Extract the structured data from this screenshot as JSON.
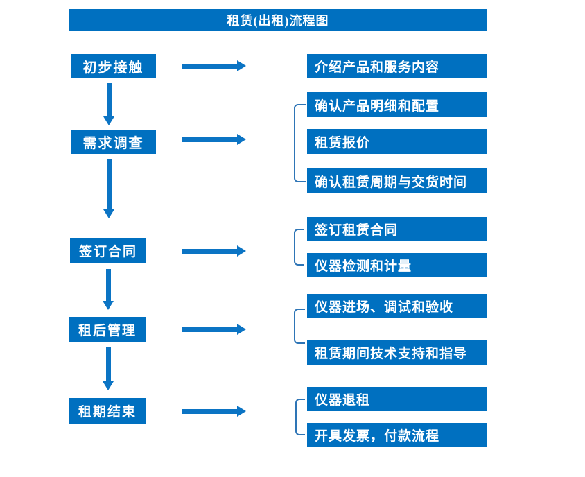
{
  "title": "租赁(出租)流程图",
  "colors": {
    "primary": "#0070C0",
    "arrow": "#0B74C4",
    "bracket": "#2E75B6",
    "text": "#FFFFFF",
    "background": "#FFFFFF"
  },
  "flow": {
    "steps": [
      {
        "label": "初步接触",
        "outputs": [
          "介绍产品和服务内容"
        ]
      },
      {
        "label": "需求调查",
        "outputs": [
          "确认产品明细和配置",
          "租赁报价",
          "确认租赁周期与交货时间"
        ]
      },
      {
        "label": "签订合同",
        "outputs": [
          "签订租赁合同",
          "仪器检测和计量"
        ]
      },
      {
        "label": "租后管理",
        "outputs": [
          "仪器进场、调试和验收",
          "租赁期间技术支持和指导"
        ]
      },
      {
        "label": "租期结束",
        "outputs": [
          "仪器退租",
          "开具发票，付款流程"
        ]
      }
    ]
  }
}
